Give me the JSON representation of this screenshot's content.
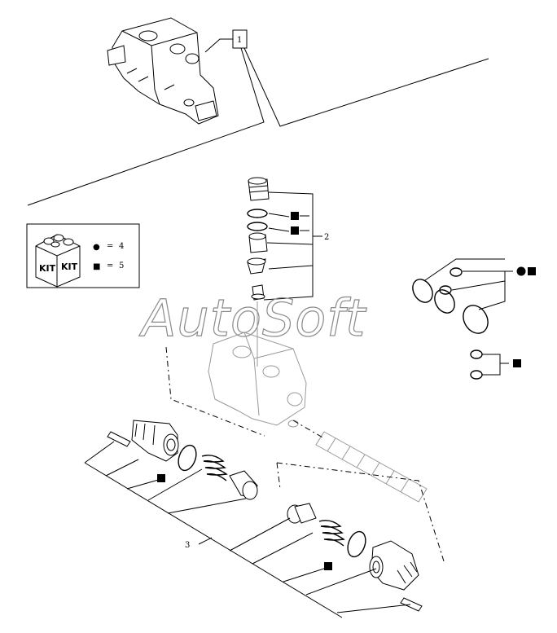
{
  "callouts": {
    "item1": "1",
    "item2": "2",
    "item3": "3"
  },
  "legend": {
    "kit_word": "KIT",
    "circle_symbol": "●",
    "circle_equals": "=",
    "circle_value": "4",
    "square_symbol": "■",
    "square_equals": "=",
    "square_value": "5"
  },
  "watermark": "AutoSoft",
  "colors": {
    "line": "#000000",
    "background": "#ffffff",
    "watermark": "#8a8a8a"
  },
  "icons": [
    "kit-box-icon",
    "seal-square-marker",
    "seal-circle-marker"
  ]
}
